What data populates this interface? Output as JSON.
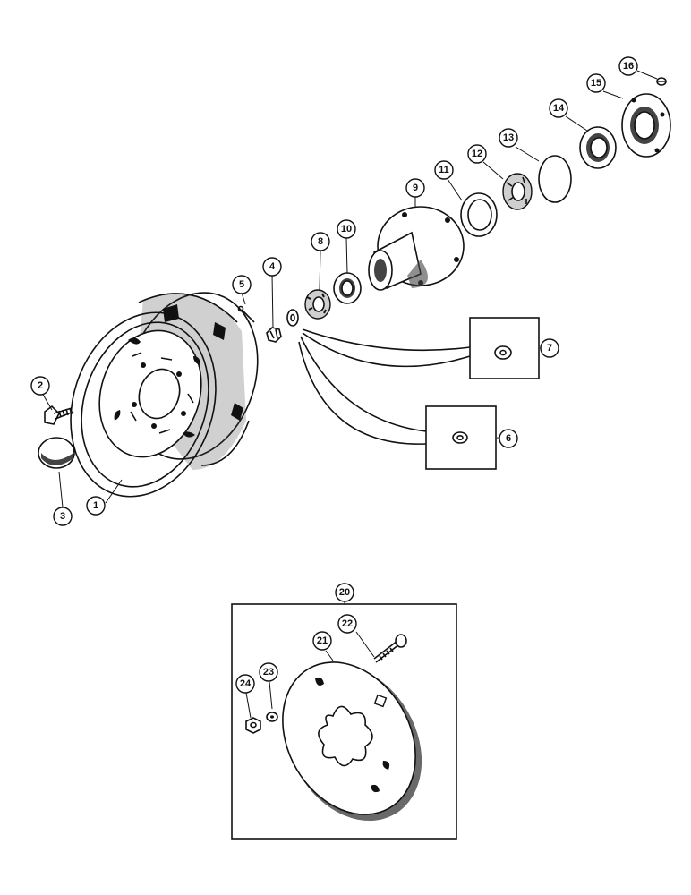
{
  "callouts": {
    "c1": "1",
    "c2": "2",
    "c3": "3",
    "c4": "4",
    "c5": "5",
    "c6": "6",
    "c7": "7",
    "c8": "8",
    "c9": "9",
    "c10": "10",
    "c11": "11",
    "c12": "12",
    "c13": "13",
    "c14": "14",
    "c15": "15",
    "c16": "16",
    "c20": "20",
    "c21": "21",
    "c22": "22",
    "c23": "23",
    "c24": "24"
  },
  "colors": {
    "ink": "#111111",
    "paper": "#ffffff",
    "shade": "#444444"
  }
}
